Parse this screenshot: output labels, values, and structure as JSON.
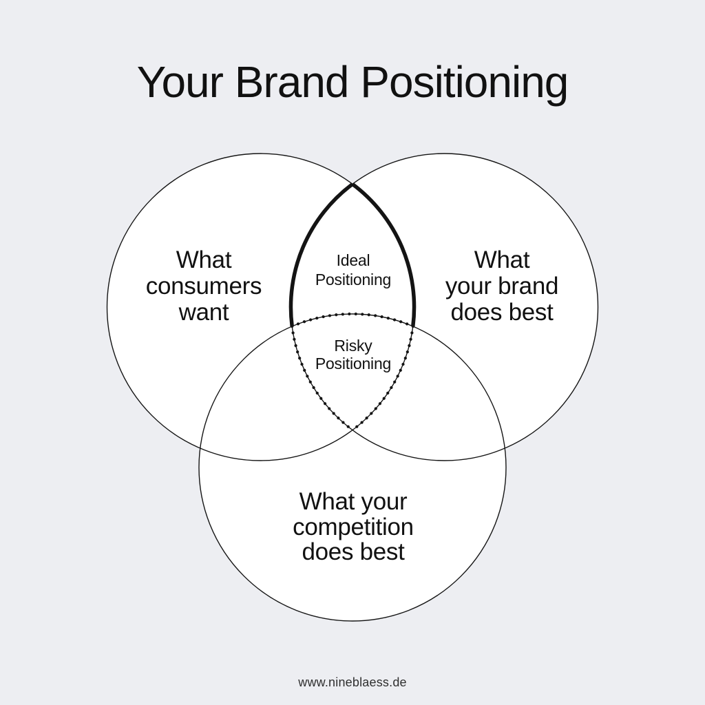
{
  "title": "Your Brand Positioning",
  "footer": {
    "url": "www.nineblaess.de"
  },
  "colors": {
    "background": "#edeef2",
    "circle_fill": "#ffffff",
    "stroke": "#141414",
    "text": "#111111",
    "footer_text": "#2f2f2f"
  },
  "venn": {
    "left_circle": {
      "line1": "What",
      "line2": "consumers",
      "line3": "want"
    },
    "right_circle": {
      "line1": "What",
      "line2": "your brand",
      "line3": "does best"
    },
    "bottom_circle": {
      "line1": "What your",
      "line2": "competition",
      "line3": "does best"
    },
    "ideal_overlap": {
      "line1": "Ideal",
      "line2": "Positioning"
    },
    "risky_overlap": {
      "line1": "Risky",
      "line2": "Positioning"
    }
  }
}
